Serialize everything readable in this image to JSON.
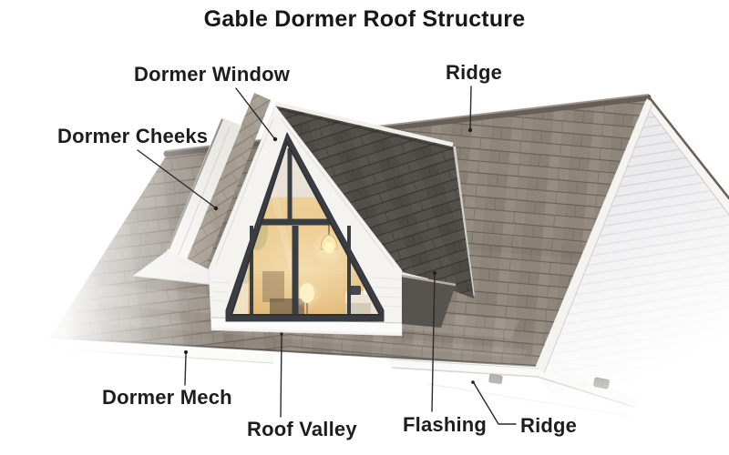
{
  "title": "Gable Dormer Roof Structure",
  "labels": {
    "dormer_window": "Dormer Window",
    "ridge_top": "Ridge",
    "dormer_cheeks": "Dormer Cheeks",
    "dormer_mech": "Dormer Mech",
    "roof_valley": "Roof Valley",
    "flashing": "Flashing",
    "ridge_bottom": "Ridge"
  },
  "colors": {
    "background": "#ffffff",
    "title_text": "#17171a",
    "label_text": "#1d1d1f",
    "leader_line": "#2a2a2a",
    "shingle_main": "#8e857b",
    "shingle_dormer_right": "#53504b",
    "shingle_dormer_left": "#a59c92",
    "ridge_cap": "#675f57",
    "trim_white": "#f4f3f0",
    "window_frame": "#3a3d42",
    "glass_warm": "#eccf96",
    "siding_gable": "#ebebed",
    "valley_flashing": "#d2cfca"
  }
}
